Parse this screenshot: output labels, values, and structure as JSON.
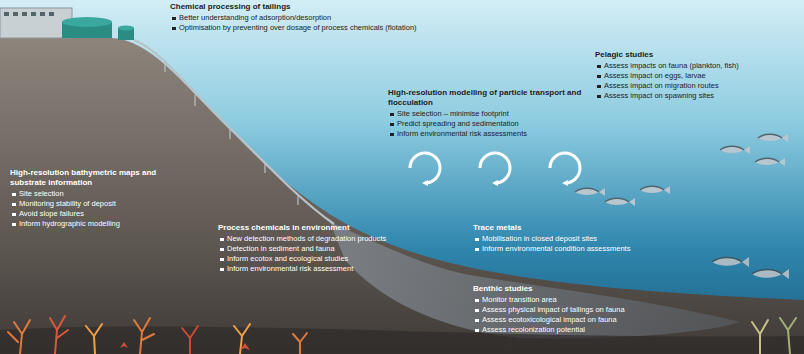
{
  "diagram": {
    "labels": [
      "Chemical processing of tailings",
      "Better understanding of adsorption/desorption",
      "Optimisation by preventing over dosage of process chemicals (flotation)",
      "Pelagic studies",
      "Assess impacts on fauna (plankton, fish)",
      "Assess impact on eggs, larvae",
      "Assess impact on migration routes",
      "Assess impact on spawning sites",
      "High-resolution modelling of particle transport and flocculation",
      "Site selection – minimise footprint",
      "Predict spreading and sedimentation",
      "Inform environmental risk assessments",
      "High-resolution bathymetric maps and substrate information",
      "Site selection",
      "Monitoring stability of deposit",
      "Avoid slope failures",
      "Inform hydrographic modelling",
      "Process chemicals in environment",
      "New detection methods of degradation products",
      "Detection in sediment and fauna",
      "Inform ecotox and ecological studies",
      "Inform environmental risk assessment",
      "Trace metals",
      "Mobilisation in closed deposit sites",
      "Inform environmental condition assessments",
      "Benthic studies",
      "Monitor transition area",
      "Assess physical impact of tailings on fauna",
      "Assess ecotoxicological impact on fauna",
      "Assess recolonization potential"
    ]
  }
}
